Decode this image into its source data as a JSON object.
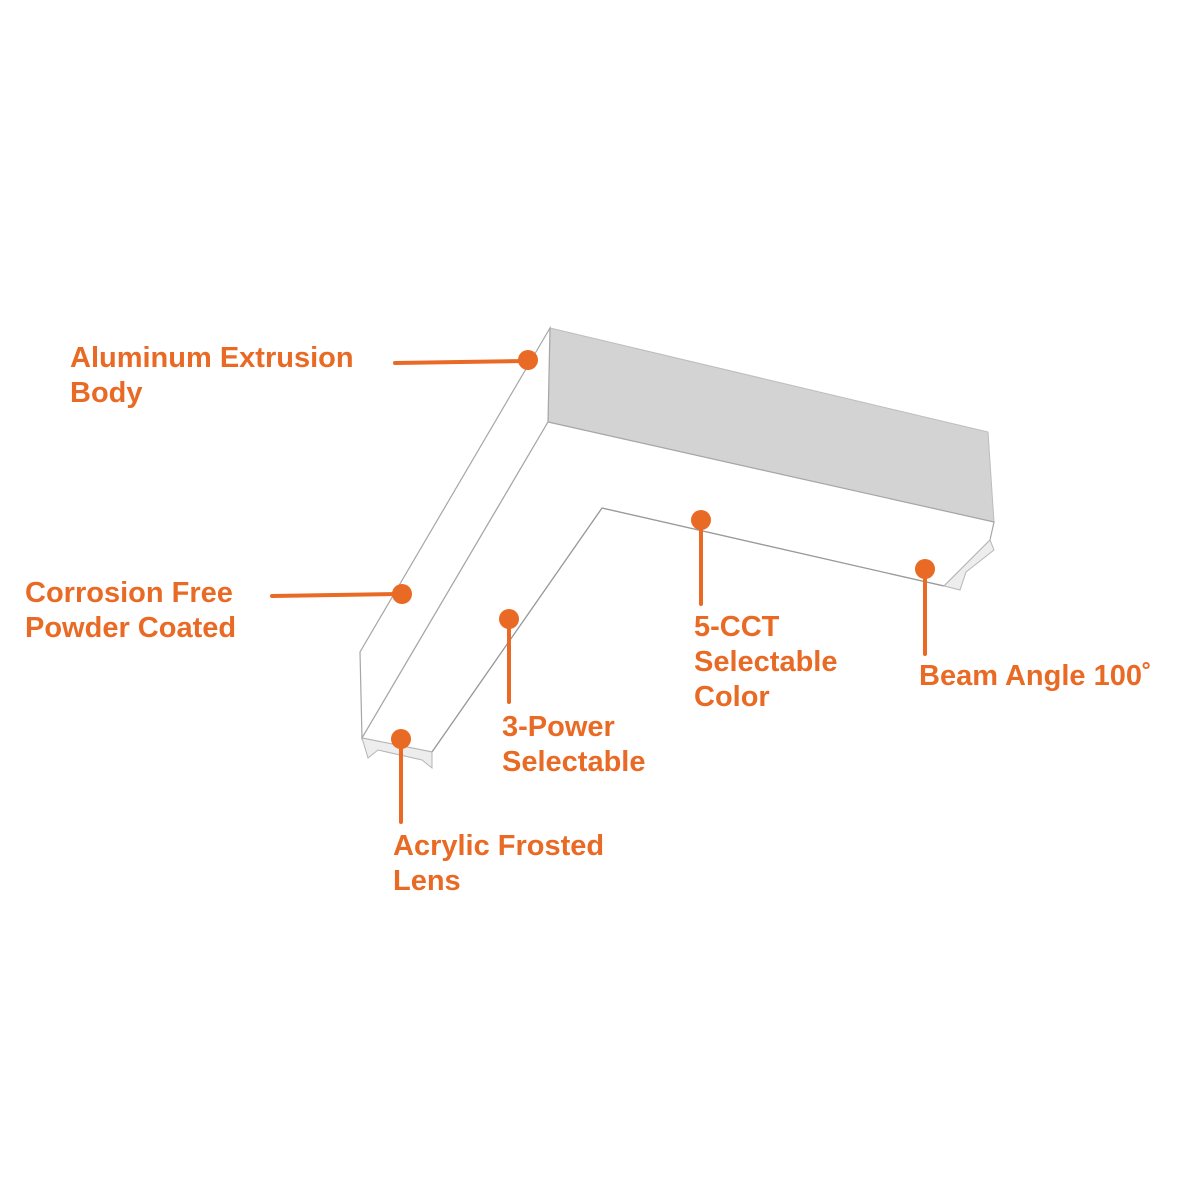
{
  "colors": {
    "accent": "#e96a24",
    "body_side": "#d3d3d3",
    "body_face": "#ffffff",
    "edge": "#9a9a9a"
  },
  "callouts": {
    "aluminum_body": {
      "lines": [
        "Aluminum Extrusion",
        "Body"
      ]
    },
    "corrosion_free": {
      "lines": [
        "Corrosion Free",
        "Powder Coated"
      ]
    },
    "acrylic_lens": {
      "lines": [
        "Acrylic Frosted",
        "Lens"
      ]
    },
    "three_power": {
      "lines": [
        "3-Power",
        "Selectable"
      ]
    },
    "five_cct": {
      "lines": [
        "5-CCT",
        "Selectable",
        "Color"
      ]
    },
    "beam_angle": {
      "lines": [
        "Beam Angle 100˚"
      ]
    }
  }
}
